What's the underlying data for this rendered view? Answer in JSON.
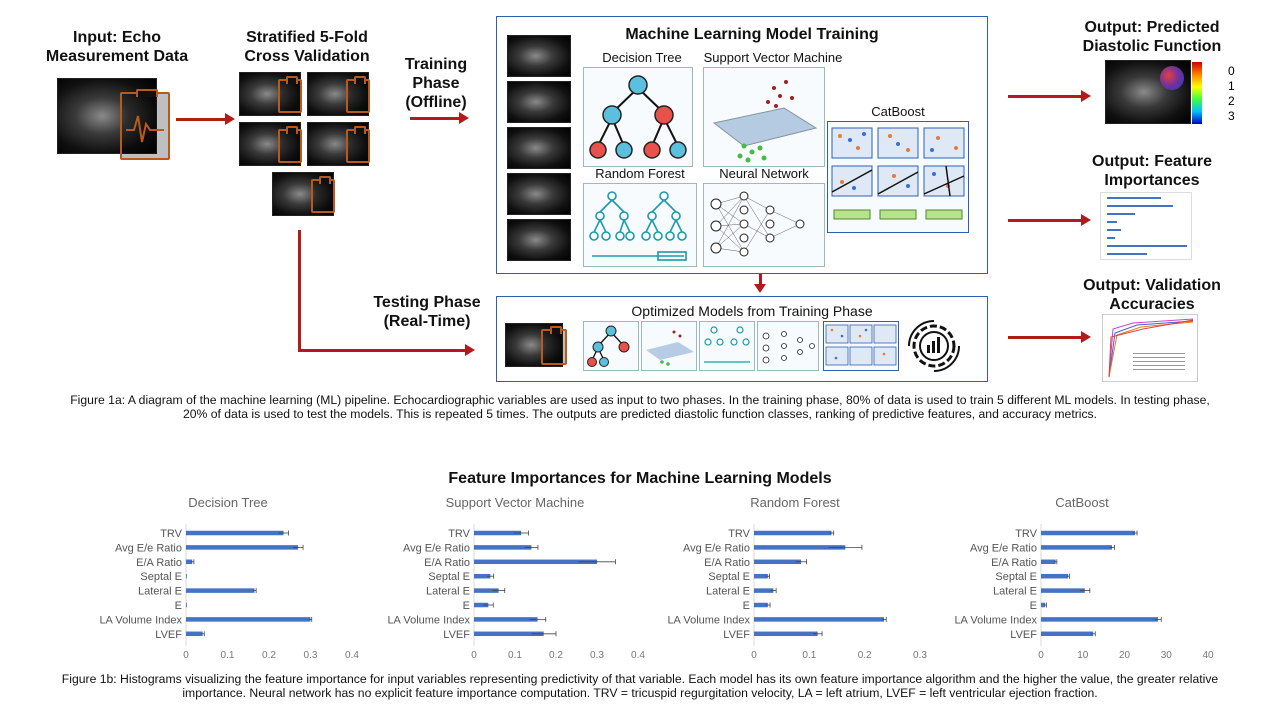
{
  "figure_a": {
    "input_title": "Input: Echo\nMeasurement Data",
    "cv_title": "Stratified 5-Fold\nCross Validation",
    "training_phase": "Training\nPhase\n(Offline)",
    "testing_phase": "Testing Phase\n(Real-Time)",
    "ml_training_title": "Machine Learning Model Training",
    "models": {
      "decision_tree": "Decision Tree",
      "svm": "Support Vector Machine",
      "random_forest": "Random Forest",
      "neural_network": "Neural Network",
      "catboost": "CatBoost"
    },
    "optimized_title": "Optimized Models from Training Phase",
    "output_predicted": "Output: Predicted\nDiastolic Function",
    "output_features": "Output: Feature\nImportances",
    "output_validation": "Output: Validation\nAccuracies",
    "colorbar_ticks": [
      "0",
      "1",
      "2",
      "3"
    ],
    "caption": "Figure 1a: A diagram of the machine learning (ML) pipeline. Echocardiographic variables are used as input to two phases. In the training phase, 80% of data is used to train 5 different ML models. In testing phase, 20% of data is used to test the models. This is repeated 5 times. The outputs are predicted diastolic function classes, ranking of predictive features, and accuracy metrics."
  },
  "figure_b": {
    "title": "Feature Importances for Machine Learning Models",
    "caption": "Figure 1b: Histograms visualizing the feature importance for input variables representing predictivity of that variable. Each model has its own feature importance algorithm and the higher the value, the greater relative importance. Neural network has no explicit feature importance computation. TRV = tricuspid regurgitation velocity, LA = left atrium, LVEF = left ventricular ejection fraction."
  },
  "colors": {
    "bar": "#4472c4",
    "arrow": "#b31b1b",
    "panel_border": "#2f5fb0"
  },
  "chart_data": [
    {
      "type": "bar",
      "orientation": "horizontal",
      "title": "Decision Tree",
      "categories": [
        "TRV",
        "Avg E/e Ratio",
        "E/A Ratio",
        "Septal E",
        "Lateral E",
        "E",
        "LA Volume Index",
        "LVEF"
      ],
      "values": [
        0.235,
        0.27,
        0.015,
        0.0,
        0.165,
        0.002,
        0.3,
        0.04
      ],
      "errors": [
        0.012,
        0.012,
        0.004,
        0.0,
        0.004,
        0.0,
        0.003,
        0.004
      ],
      "xticks": [
        "0",
        "0.1",
        "0.2",
        "0.3",
        "0.4"
      ],
      "xlim": [
        0,
        0.4
      ]
    },
    {
      "type": "bar",
      "orientation": "horizontal",
      "title": "Support Vector Machine",
      "categories": [
        "TRV",
        "Avg E/e Ratio",
        "E/A Ratio",
        "Septal E",
        "Lateral E",
        "E",
        "LA Volume Index",
        "LVEF"
      ],
      "values": [
        0.115,
        0.14,
        0.3,
        0.04,
        0.06,
        0.035,
        0.155,
        0.17
      ],
      "errors": [
        0.018,
        0.016,
        0.045,
        0.008,
        0.015,
        0.012,
        0.02,
        0.03
      ],
      "xticks": [
        "0",
        "0.1",
        "0.2",
        "0.3",
        "0.4"
      ],
      "xlim": [
        0,
        0.4
      ]
    },
    {
      "type": "bar",
      "orientation": "horizontal",
      "title": "Random Forest",
      "categories": [
        "TRV",
        "Avg E/e Ratio",
        "E/A Ratio",
        "Septal E",
        "Lateral E",
        "E",
        "LA Volume Index",
        "LVEF"
      ],
      "values": [
        0.14,
        0.165,
        0.085,
        0.025,
        0.035,
        0.025,
        0.235,
        0.115
      ],
      "errors": [
        0.004,
        0.03,
        0.01,
        0.003,
        0.005,
        0.004,
        0.004,
        0.008
      ],
      "xticks": [
        "0",
        "0.1",
        "0.2",
        "0.3"
      ],
      "xlim": [
        0,
        0.3
      ]
    },
    {
      "type": "bar",
      "orientation": "horizontal",
      "title": "CatBoost",
      "categories": [
        "TRV",
        "Avg E/e Ratio",
        "E/A Ratio",
        "Septal E",
        "Lateral E",
        "E",
        "LA Volume Index",
        "LVEF"
      ],
      "values": [
        22.5,
        17.0,
        3.5,
        6.5,
        10.5,
        1.0,
        28.0,
        12.5
      ],
      "errors": [
        0.5,
        0.6,
        0.3,
        0.3,
        1.2,
        0.3,
        0.8,
        0.5
      ],
      "xticks": [
        "0",
        "10",
        "20",
        "30",
        "40"
      ],
      "xlim": [
        0,
        40
      ]
    }
  ]
}
